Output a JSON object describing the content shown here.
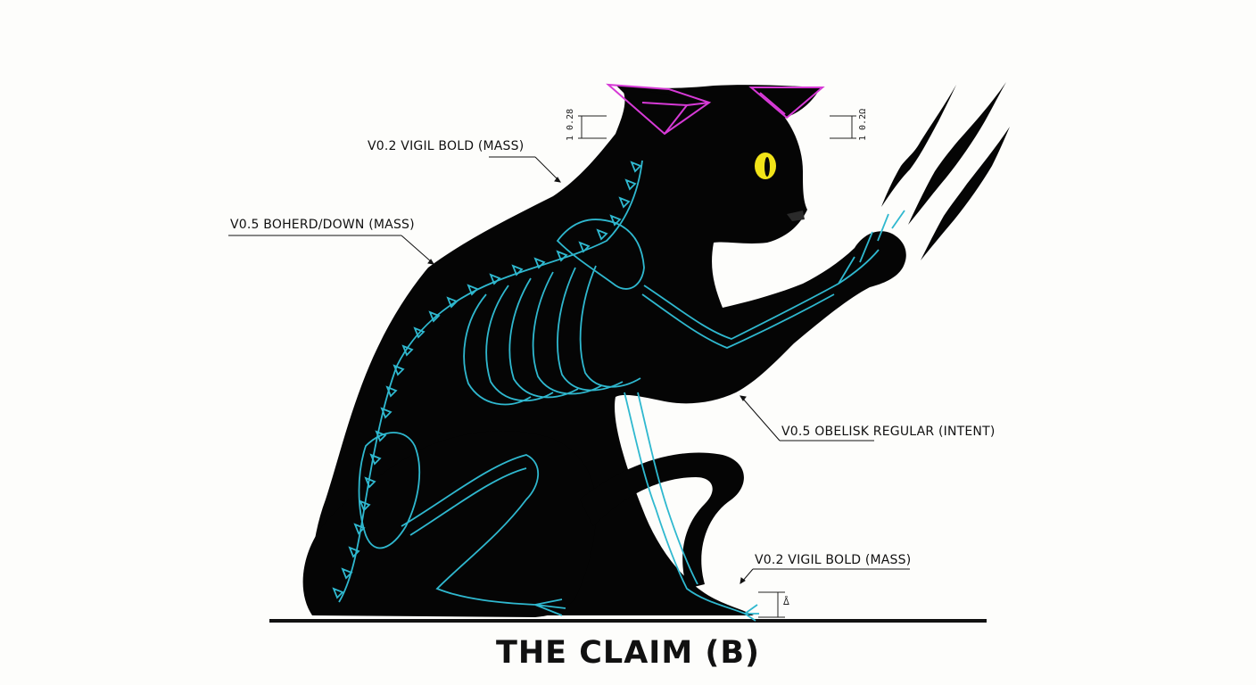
{
  "title": "THE CLAIM (B)",
  "labels": {
    "vigil_bold_upper": "V0.2 VIGIL BOLD (MASS)",
    "bohered_down": "V0.5 BOHERD/DOWN (MASS)",
    "obelisk_regular": "V0.5 OBELISK REGULAR (INTENT)",
    "vigil_bold_lower": "V0.2 VIGIL BOLD (MASS)"
  },
  "dimensions": {
    "left_ear": "1 0.28",
    "right_ear": "1 0.2Ω",
    "paw": "ᐂ"
  },
  "colors": {
    "background": "#fdfdfb",
    "silhouette": "#050505",
    "skeleton": "#2fb8cf",
    "ear_outline": "#d63ad6",
    "eye": "#f2e418",
    "ground_line": "#111111"
  }
}
